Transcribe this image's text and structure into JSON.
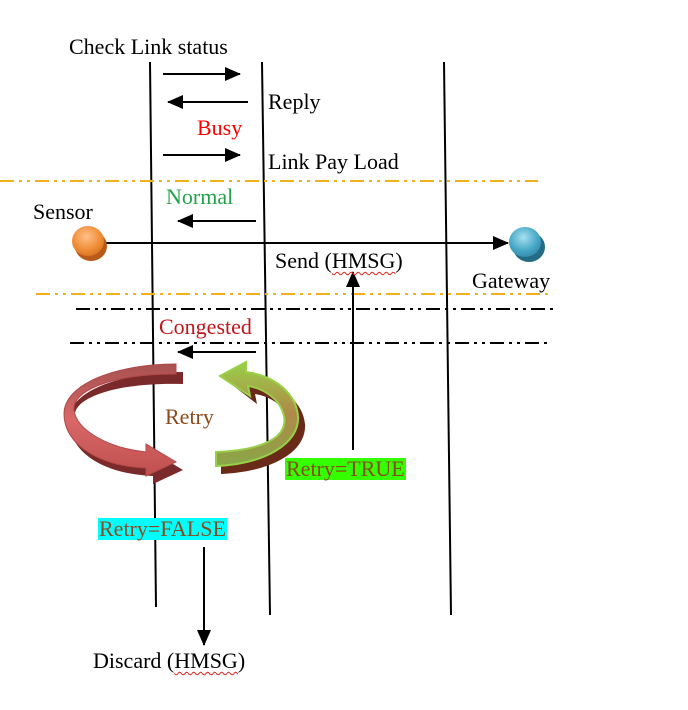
{
  "diagram": {
    "title": "Check Link status",
    "messages": {
      "reply": "Reply",
      "busy": "Busy",
      "link_pay_load": "Link Pay Load",
      "normal": "Normal",
      "congested": "Congested",
      "retry": "Retry"
    },
    "nodes": {
      "sensor": "Sensor",
      "gateway": "Gateway"
    },
    "send": {
      "prefix": "Send (",
      "msg": "HMSG",
      "suffix": ")"
    },
    "retry_true": "Retry=TRUE",
    "retry_false": "Retry=FALSE",
    "discard": {
      "prefix": "Discard (",
      "msg": "HMSG",
      "suffix": ")"
    },
    "colors": {
      "busy": "#ff0000",
      "normal": "#22a34a",
      "congested": "#c0161a",
      "retry_text": "#8b4a1c",
      "retry_true_bg": "#33ff00",
      "retry_false_bg": "#00ffff",
      "sensor_node": "#f0903a",
      "gateway_node": "#4aaac8",
      "state_divider": "#f2b01e"
    }
  }
}
